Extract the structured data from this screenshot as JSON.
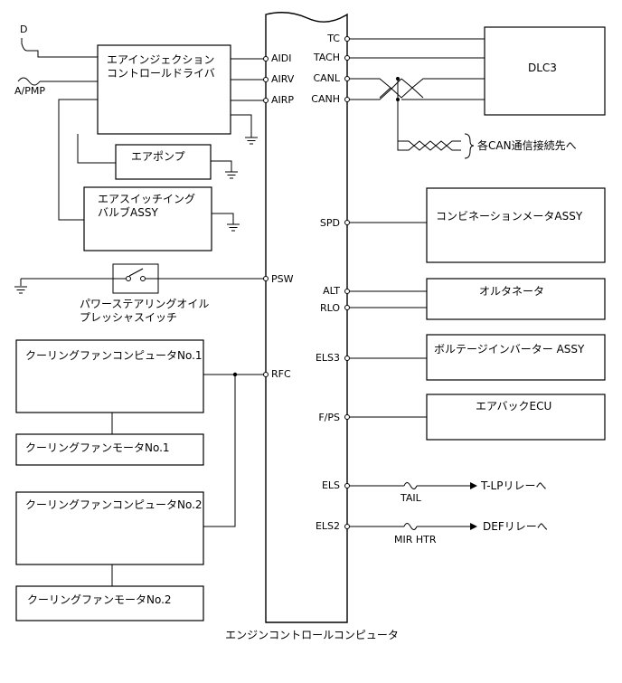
{
  "ecu": {
    "label": "エンジンコントロールコンピュータ"
  },
  "pins": {
    "AIDI": "AIDI",
    "AIRV": "AIRV",
    "AIRP": "AIRP",
    "PSW": "PSW",
    "RFC": "RFC",
    "TC": "TC",
    "TACH": "TACH",
    "CANL": "CANL",
    "CANH": "CANH",
    "SPD": "SPD",
    "ALT": "ALT",
    "RLO": "RLO",
    "ELS3": "ELS3",
    "FPS": "F/PS",
    "ELS": "ELS",
    "ELS2": "ELS2"
  },
  "left": {
    "d_label": "D",
    "apmp_label": "A/PMP",
    "air_driver": [
      "エアインジェクション",
      "コントロールドライバ"
    ],
    "air_pump": "エアポンプ",
    "air_valve": [
      "エアスイッチイング",
      "バルブASSY"
    ],
    "ps_switch": [
      "パワーステアリングオイル",
      "プレッシャスイッチ"
    ],
    "fan_ecu1": "クーリングファンコンピュータNo.1",
    "fan_motor1": "クーリングファンモータNo.1",
    "fan_ecu2": "クーリングファンコンピュータNo.2",
    "fan_motor2": "クーリングファンモータNo.2"
  },
  "right": {
    "dlc3": "DLC3",
    "can_note": "各CAN通信接続先へ",
    "combi_meter": "コンビネーションメータASSY",
    "alternator": "オルタネータ",
    "volt_inverter": "ボルテージインバーター ASSY",
    "airbag": "エアバックECU",
    "tail_fuse": "TAIL",
    "tlp_relay": "T-LPリレーへ",
    "mirhtr_fuse": "MIR HTR",
    "def_relay": "DEFリレーへ"
  }
}
